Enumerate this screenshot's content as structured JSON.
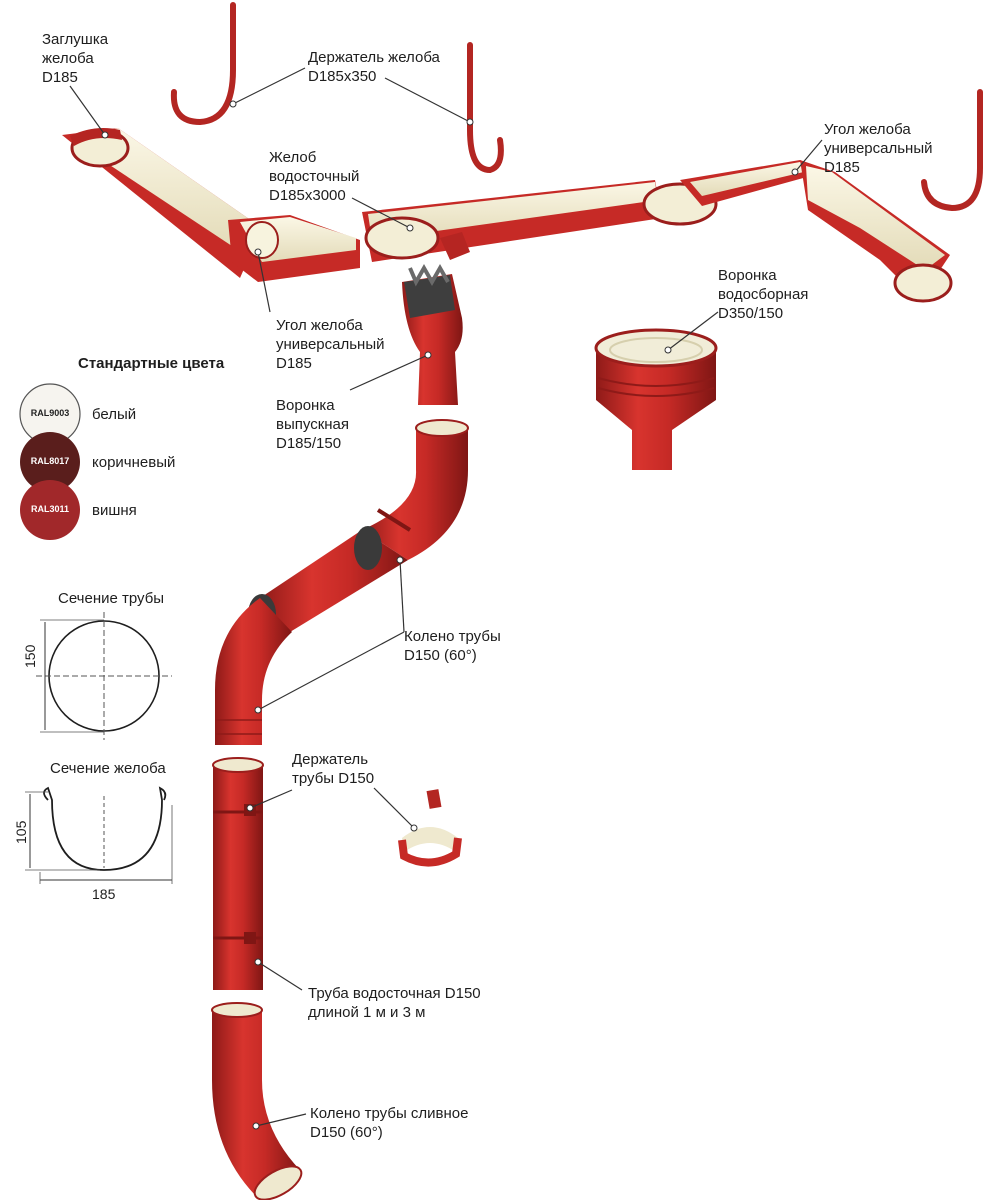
{
  "labels": {
    "end_cap": "Заглушка\nжелоба\nD185",
    "gutter_holder": "Держатель желоба\nD185x350",
    "gutter": "Желоб\nводосточный\nD185x3000",
    "corner_right": "Угол желоба\nуниверсальный\nD185",
    "funnel_collect": "Воронка\nводосборная\nD350/150",
    "corner_left": "Угол желоба\nуниверсальный\nD185",
    "funnel_outlet": "Воронка\nвыпускная\nD185/150",
    "pipe_elbow": "Колено трубы\nD150 (60°)",
    "pipe_holder": "Держатель\nтрубы D150",
    "pipe": "Труба водосточная D150\nдлиной 1 м и 3 м",
    "drain_elbow": "Колено трубы сливное\nD150 (60°)"
  },
  "legend": {
    "title": "Стандартные цвета",
    "swatches": [
      {
        "code": "RAL9003",
        "name": "белый",
        "color": "#f6f4ef"
      },
      {
        "code": "RAL8017",
        "name": "коричневый",
        "color": "#5a1e1c"
      },
      {
        "code": "RAL3011",
        "name": "вишня",
        "color": "#a1282a"
      }
    ]
  },
  "sections": {
    "pipe_title": "Сечение трубы",
    "pipe_dim": "150",
    "gutter_title": "Сечение желоба",
    "gutter_height": "105",
    "gutter_width": "185"
  },
  "colors": {
    "product_red": "#c62a26",
    "inner_cream": "#efe9cf",
    "leader": "#333333"
  }
}
